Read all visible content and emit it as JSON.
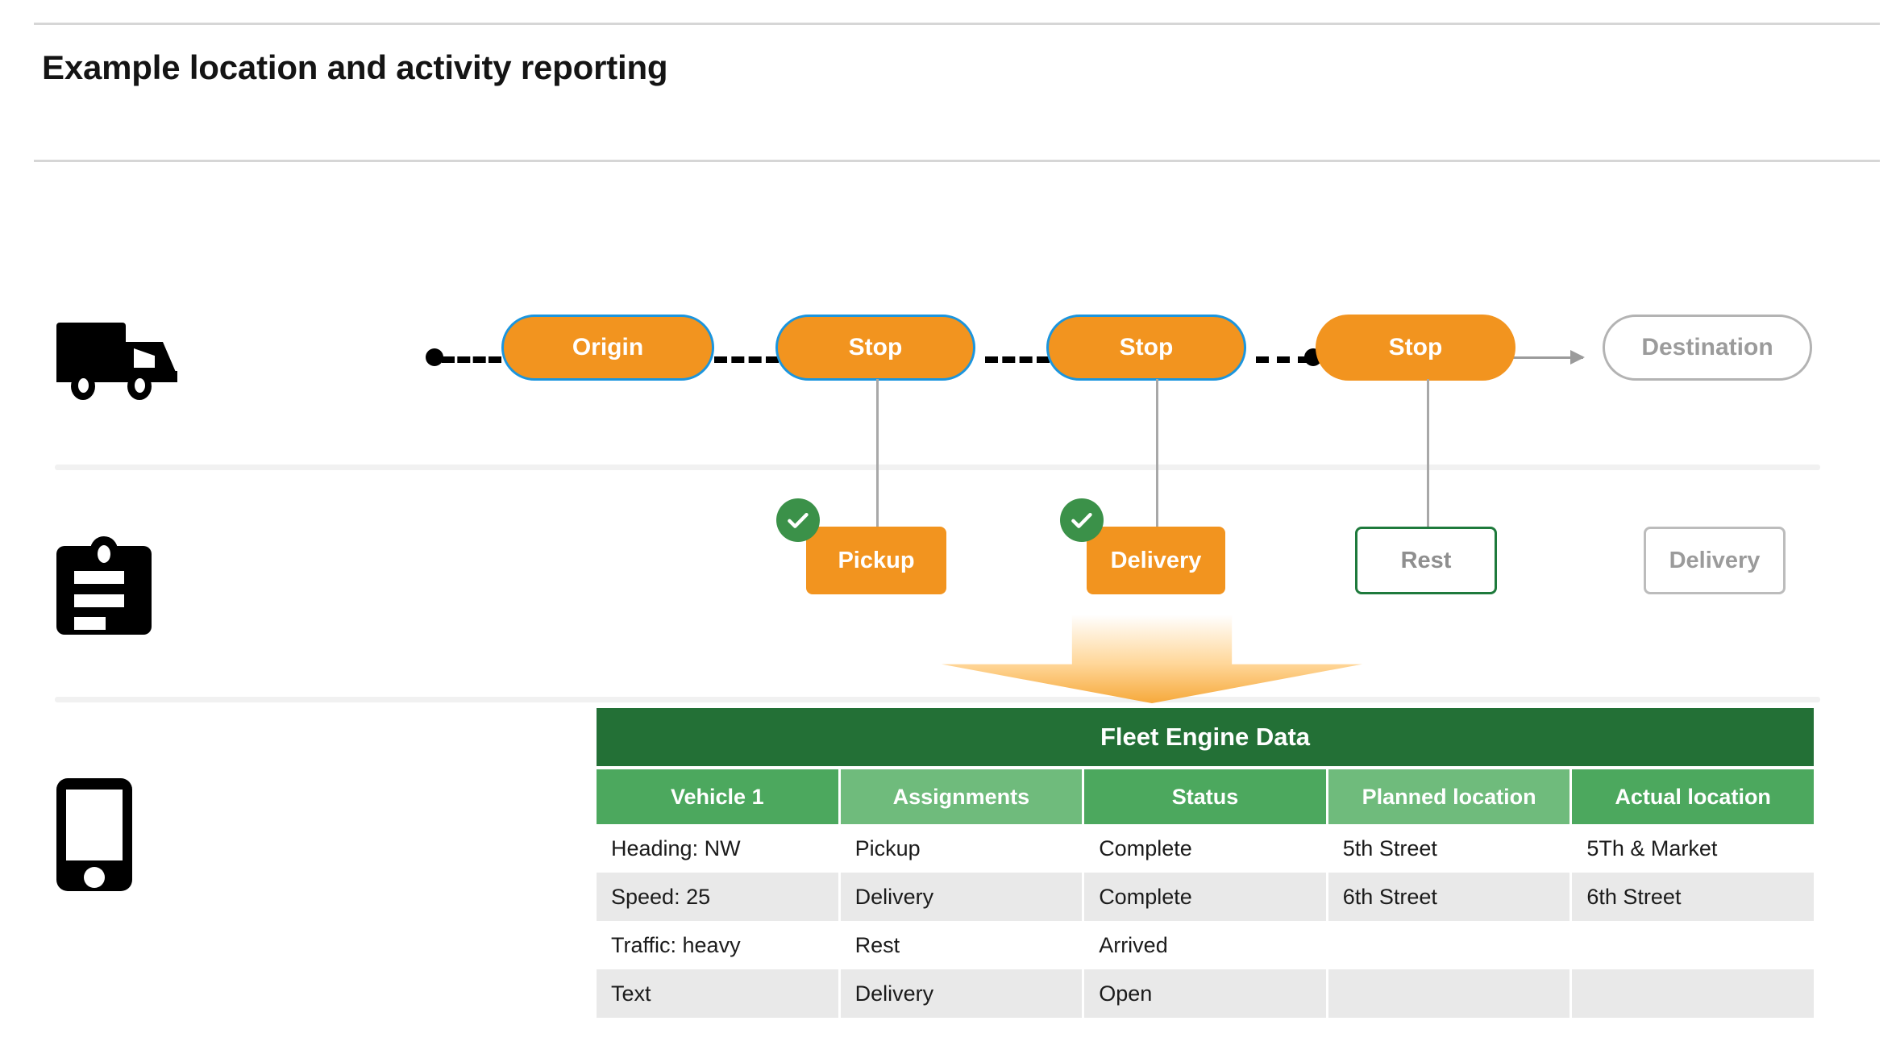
{
  "page": {
    "title": "Example location and activity reporting"
  },
  "rails": [
    {
      "icon": "truck-icon",
      "label": "vehicle-route"
    },
    {
      "icon": "clipboard-icon",
      "label": "activity-assignments"
    },
    {
      "icon": "phone-icon",
      "label": "device-reporting"
    }
  ],
  "route": {
    "stops": [
      {
        "label": "Origin",
        "style": "stop-active"
      },
      {
        "label": "Stop",
        "style": "stop-active"
      },
      {
        "label": "Stop",
        "style": "stop-active"
      },
      {
        "label": "Stop",
        "style": "stop-plain"
      },
      {
        "label": "Destination",
        "style": "destination"
      }
    ]
  },
  "activities": [
    {
      "label": "Pickup",
      "state": "done",
      "checked": true
    },
    {
      "label": "Delivery",
      "state": "done",
      "checked": true
    },
    {
      "label": "Rest",
      "state": "pending-green",
      "checked": false
    },
    {
      "label": "Delivery",
      "state": "pending-gray",
      "checked": false
    }
  ],
  "table": {
    "title": "Fleet Engine Data",
    "columns": [
      "Vehicle 1",
      "Assignments",
      "Status",
      "Planned location",
      "Actual location"
    ],
    "rows": [
      [
        "Heading: NW",
        "Pickup",
        "Complete",
        "5th Street",
        "5Th & Market"
      ],
      [
        "Speed: 25",
        "Delivery",
        "Complete",
        "6th Street",
        "6th Street"
      ],
      [
        "Traffic: heavy",
        "Rest",
        "Arrived",
        "",
        ""
      ],
      [
        "Text",
        "Delivery",
        "Open",
        "",
        ""
      ]
    ]
  },
  "colors": {
    "orange": "#F2941F",
    "blue_border": "#1B95DE",
    "green_dark": "#237036",
    "green_head_dark": "#4CA85E",
    "green_head_light": "#6FBB7C",
    "check_green": "#3B9149",
    "gray_border": "#bcbcbc",
    "gray_text": "#9b9b9b",
    "row_alt": "#e9e9e9"
  }
}
